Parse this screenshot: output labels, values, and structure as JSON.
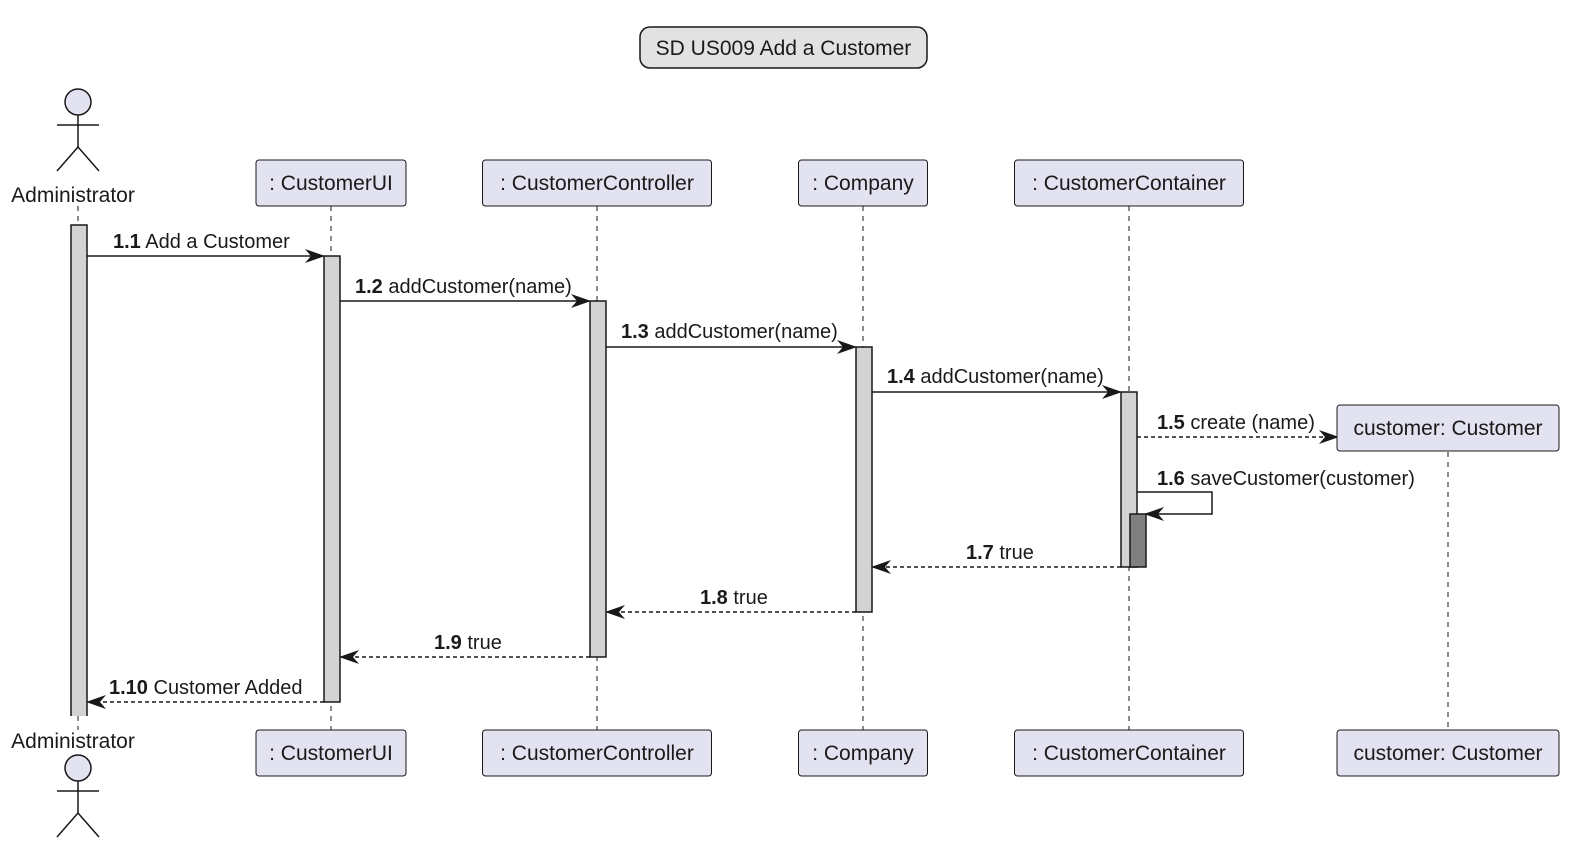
{
  "title": "SD US009 Add a Customer",
  "colors": {
    "participant_fill": "#e2e2f0",
    "participant_stroke": "#181818",
    "activation_fill": "#d3d3d3",
    "nested_activation_fill": "#808080",
    "title_fill": "#e2e2e2",
    "line": "#181818"
  },
  "participants": [
    {
      "id": "admin",
      "label": "Administrator",
      "kind": "actor"
    },
    {
      "id": "ui",
      "label": ": CustomerUI",
      "kind": "box"
    },
    {
      "id": "ctrl",
      "label": ": CustomerController",
      "kind": "box"
    },
    {
      "id": "company",
      "label": ": Company",
      "kind": "box"
    },
    {
      "id": "container",
      "label": ": CustomerContainer",
      "kind": "box"
    },
    {
      "id": "customer",
      "label": "customer: Customer",
      "kind": "box",
      "created": true
    }
  ],
  "messages": [
    {
      "num": "1.1",
      "text": "Add a Customer",
      "from": "admin",
      "to": "ui",
      "style": "solid"
    },
    {
      "num": "1.2",
      "text": "addCustomer(name)",
      "from": "ui",
      "to": "ctrl",
      "style": "solid"
    },
    {
      "num": "1.3",
      "text": "addCustomer(name)",
      "from": "ctrl",
      "to": "company",
      "style": "solid"
    },
    {
      "num": "1.4",
      "text": "addCustomer(name)",
      "from": "company",
      "to": "container",
      "style": "solid"
    },
    {
      "num": "1.5",
      "text": "create (name)",
      "from": "container",
      "to": "customer",
      "style": "dashed",
      "kind": "create"
    },
    {
      "num": "1.6",
      "text": "saveCustomer(customer)",
      "from": "container",
      "to": "container",
      "style": "solid",
      "kind": "self"
    },
    {
      "num": "1.7",
      "text": "true",
      "from": "container",
      "to": "company",
      "style": "dashed"
    },
    {
      "num": "1.8",
      "text": "true",
      "from": "company",
      "to": "ctrl",
      "style": "dashed"
    },
    {
      "num": "1.9",
      "text": "true",
      "from": "ctrl",
      "to": "ui",
      "style": "dashed"
    },
    {
      "num": "1.10",
      "text": "Customer Added",
      "from": "ui",
      "to": "admin",
      "style": "dashed"
    }
  ]
}
